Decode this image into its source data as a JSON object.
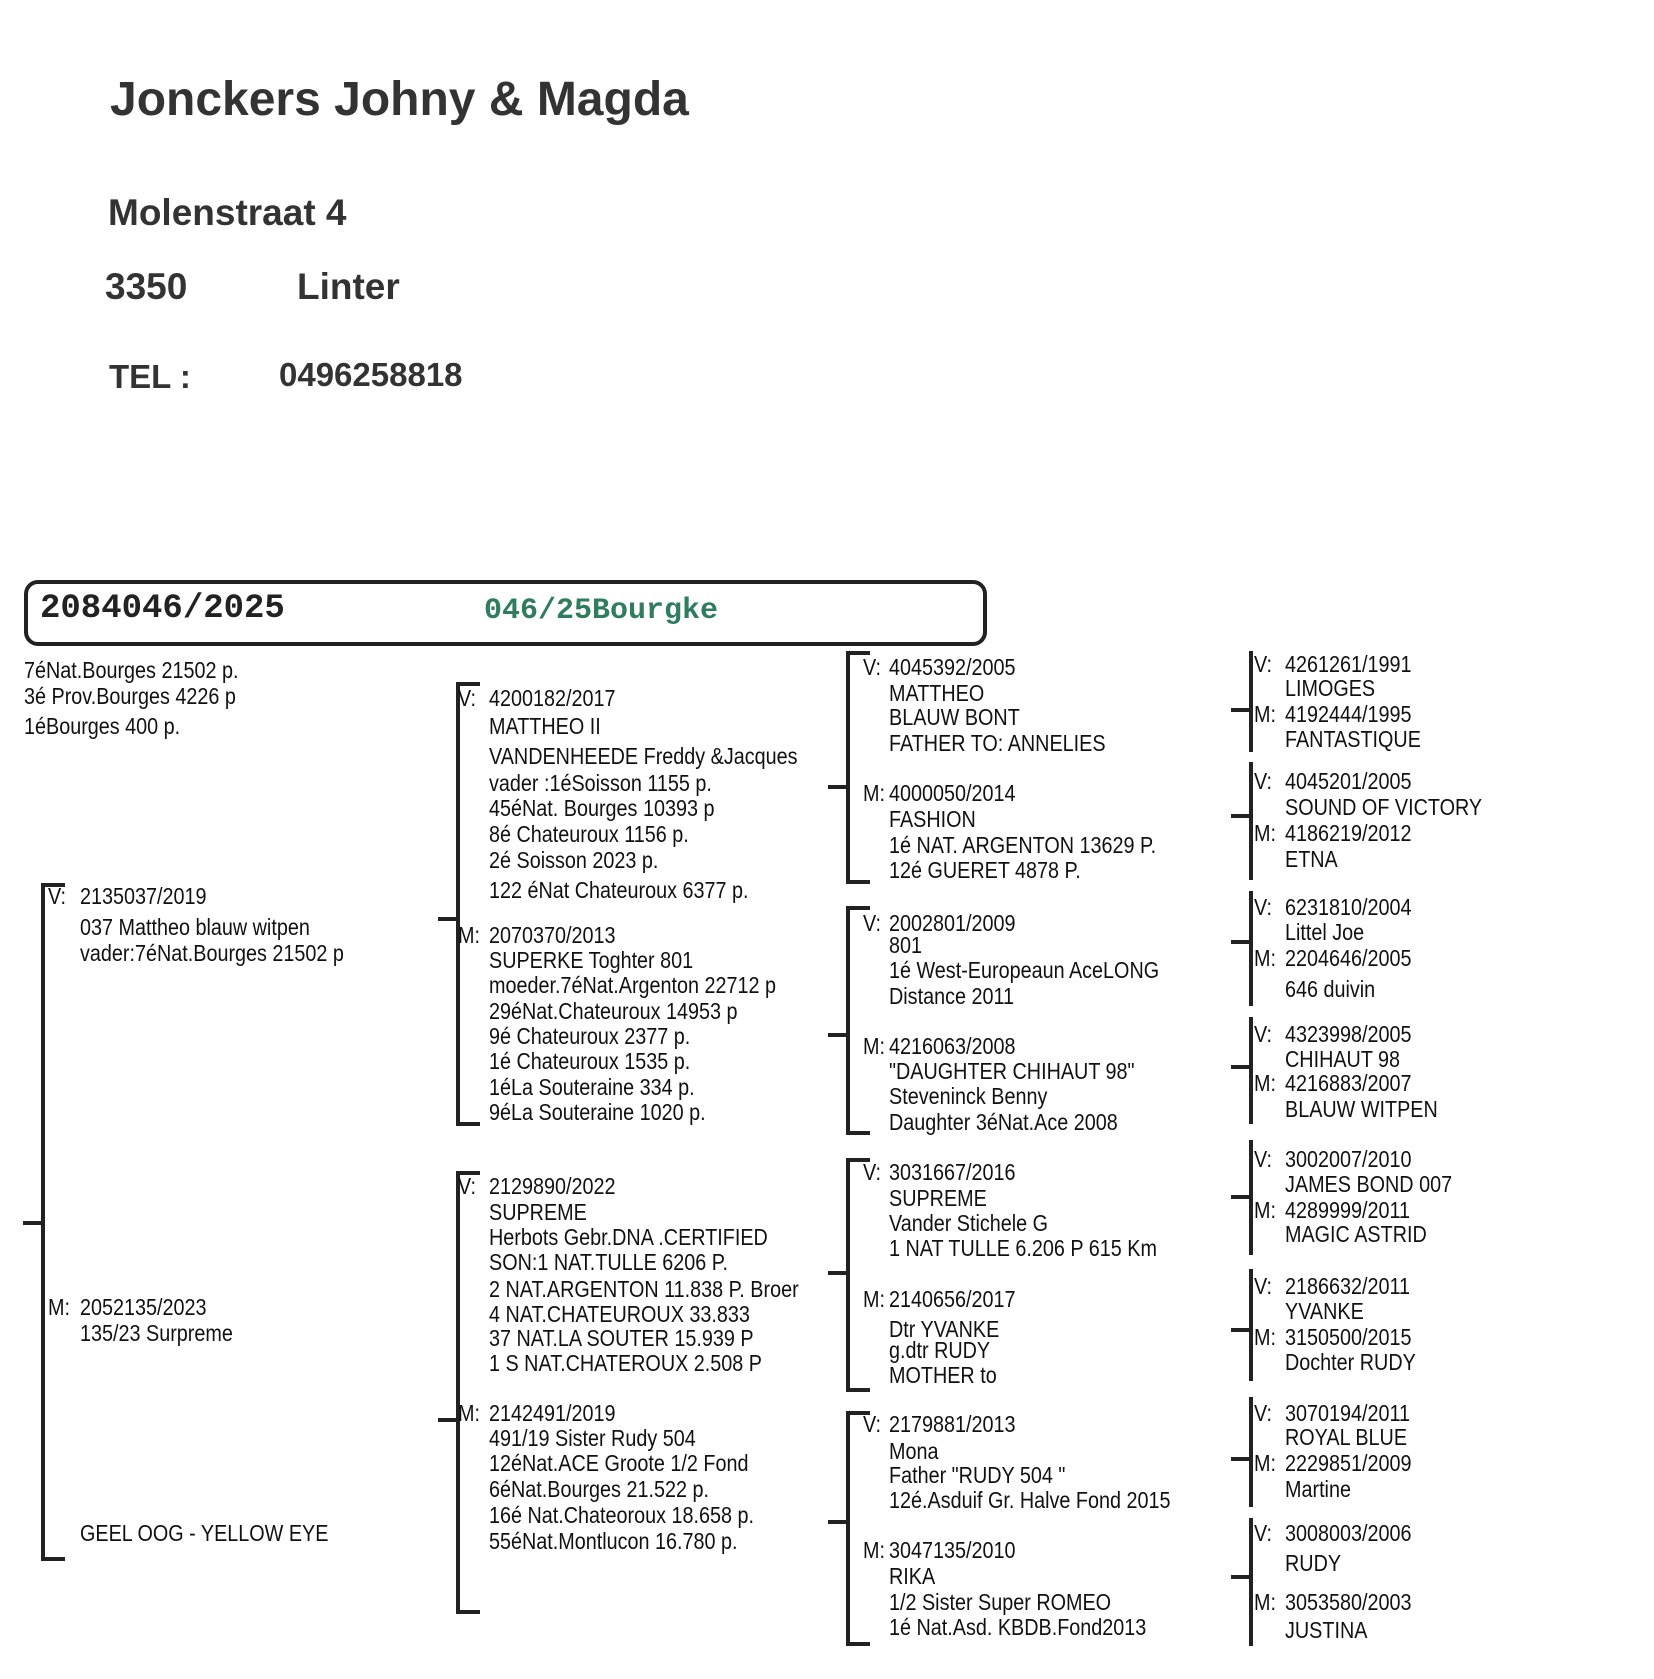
{
  "header": {
    "name": "Jonckers Johny & Magda",
    "street": "Molenstraat 4",
    "postal_code": "3350",
    "city": "Linter",
    "tel_label": "TEL :",
    "tel": "0496258818"
  },
  "ring": {
    "number": "2084046/2025",
    "name": "046/25Bourgke",
    "name_color": "#2f7d5c"
  },
  "results": [
    "7éNat.Bourges 21502 p.",
    "3é Prov.Bourges 4226 p",
    "1éBourges 400 p."
  ],
  "pedigree": {
    "parents": [
      {
        "label": "V:",
        "lines": [
          "2135037/2019",
          "037 Mattheo blauw witpen",
          "vader:7éNat.Bourges 21502 p"
        ]
      },
      {
        "label": "M:",
        "lines": [
          "2052135/2023",
          "135/23 Surpreme"
        ]
      }
    ],
    "note": "GEEL OOG - YELLOW EYE",
    "grandparents": [
      {
        "label": "V:",
        "lines": [
          "4200182/2017",
          "MATTHEO  II",
          "VANDENHEEDE Freddy &Jacques",
          "vader :1éSoisson 1155 p.",
          "45éNat. Bourges 10393 p",
          "8é Chateuroux 1156 p.",
          "2é Soisson 2023 p.",
          "122 éNat Chateuroux 6377 p."
        ]
      },
      {
        "label": "M:",
        "lines": [
          "2070370/2013",
          "SUPERKE  Toghter 801",
          "moeder.7éNat.Argenton 22712 p",
          "29éNat.Chateuroux 14953 p",
          "9é Chateuroux 2377 p.",
          "1é Chateuroux 1535 p.",
          "1éLa Souteraine 334 p.",
          "9éLa Souteraine 1020 p."
        ]
      },
      {
        "label": "V:",
        "lines": [
          "2129890/2022",
          "SUPREME",
          "Herbots Gebr.DNA .CERTIFIED",
          "SON:1 NAT.TULLE 6206 P.",
          "2 NAT.ARGENTON 11.838 P.  Broer",
          "4 NAT.CHATEUROUX 33.833",
          "37 NAT.LA SOUTER 15.939 P",
          "1 S NAT.CHATEROUX 2.508 P"
        ]
      },
      {
        "label": "M:",
        "lines": [
          "2142491/2019",
          "491/19 Sister Rudy 504",
          "12éNat.ACE Groote 1/2 Fond",
          "6éNat.Bourges 21.522 p.",
          "16é Nat.Chateoroux 18.658 p.",
          "55éNat.Montlucon 16.780 p."
        ]
      }
    ],
    "great_grandparents": [
      {
        "label": "V:",
        "lines": [
          "4045392/2005",
          "MATTHEO",
          "BLAUW BONT",
          "FATHER TO:  ANNELIES"
        ]
      },
      {
        "label": "M:",
        "lines": [
          "4000050/2014",
          "FASHION",
          "1é NAT. ARGENTON 13629 P.",
          "12é GUERET 4878 P."
        ]
      },
      {
        "label": "V:",
        "lines": [
          "2002801/2009",
          "801",
          "1é West-Europeaun AceLONG",
          "Distance 2011"
        ]
      },
      {
        "label": "M:",
        "lines": [
          "4216063/2008",
          "\"DAUGHTER CHIHAUT  98\"",
          "Steveninck Benny",
          "Daughter 3éNat.Ace 2008"
        ]
      },
      {
        "label": "V:",
        "lines": [
          "3031667/2016",
          "SUPREME",
          "Vander Stichele G",
          "1 NAT TULLE 6.206 P 615 Km"
        ]
      },
      {
        "label": "M:",
        "lines": [
          "2140656/2017",
          "Dtr YVANKE",
          "g.dtr RUDY",
          "MOTHER to"
        ]
      },
      {
        "label": "V:",
        "lines": [
          "2179881/2013",
          "Mona",
          "Father  \"RUDY 504 \"",
          "12é.Asduif Gr. Halve Fond  2015"
        ]
      },
      {
        "label": "M:",
        "lines": [
          "3047135/2010",
          "RIKA",
          "1/2 Sister Super ROMEO",
          "1é Nat.Asd. KBDB.Fond2013"
        ]
      }
    ],
    "gg_grandparents": [
      {
        "label": "V:",
        "lines": [
          "4261261/1991",
          "LIMOGES"
        ]
      },
      {
        "label": "M:",
        "lines": [
          "4192444/1995",
          "FANTASTIQUE"
        ]
      },
      {
        "label": "V:",
        "lines": [
          "4045201/2005",
          "SOUND OF VICTORY"
        ]
      },
      {
        "label": "M:",
        "lines": [
          "4186219/2012",
          "ETNA"
        ]
      },
      {
        "label": "V:",
        "lines": [
          "6231810/2004",
          "Littel  Joe"
        ]
      },
      {
        "label": "M:",
        "lines": [
          "2204646/2005",
          "646 duivin"
        ]
      },
      {
        "label": "V:",
        "lines": [
          "4323998/2005",
          "CHIHAUT 98"
        ]
      },
      {
        "label": "M:",
        "lines": [
          "4216883/2007",
          "BLAUW WITPEN"
        ]
      },
      {
        "label": "V:",
        "lines": [
          "3002007/2010",
          "JAMES BOND 007"
        ]
      },
      {
        "label": "M:",
        "lines": [
          "4289999/2011",
          "MAGIC ASTRID"
        ]
      },
      {
        "label": "V:",
        "lines": [
          "2186632/2011",
          "YVANKE"
        ]
      },
      {
        "label": "M:",
        "lines": [
          "3150500/2015",
          "Dochter RUDY"
        ]
      },
      {
        "label": "V:",
        "lines": [
          "3070194/2011",
          "ROYAL BLUE"
        ]
      },
      {
        "label": "M:",
        "lines": [
          "2229851/2009",
          "Martine"
        ]
      },
      {
        "label": "V:",
        "lines": [
          "3008003/2006",
          "RUDY"
        ]
      },
      {
        "label": "M:",
        "lines": [
          "3053580/2003",
          "JUSTINA"
        ]
      }
    ]
  }
}
